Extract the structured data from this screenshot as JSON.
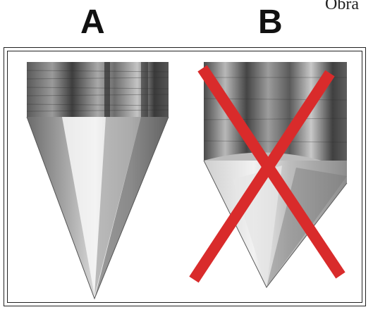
{
  "labels": {
    "a": "A",
    "b": "B"
  },
  "caption": "Obra",
  "colors": {
    "cross": "#d92b2b",
    "metal_dark": "#3d3d3d",
    "metal_mid": "#8a8a8a",
    "metal_light": "#e6e6e6"
  },
  "marks": {
    "b_incorrect": "x-cross-icon"
  }
}
